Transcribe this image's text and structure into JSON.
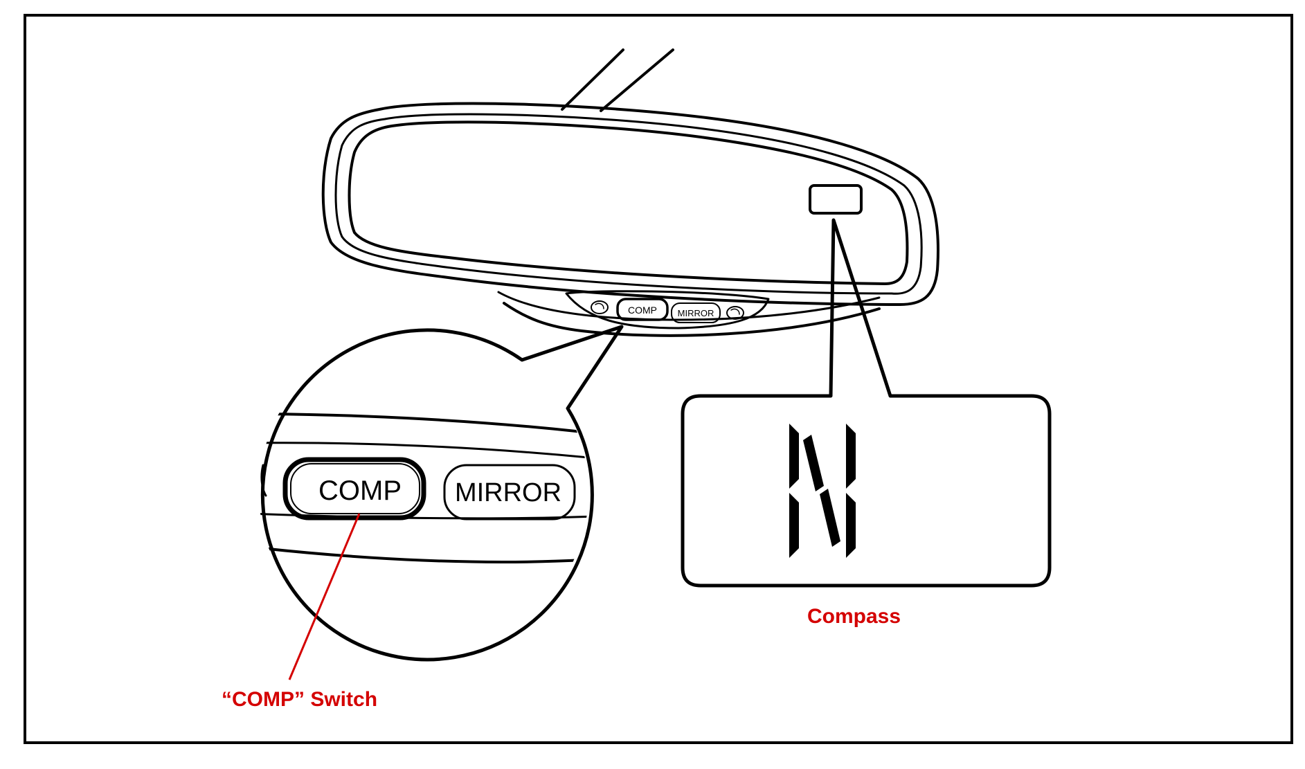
{
  "mirror": {
    "small_buttons": {
      "comp": "COMP",
      "mirror": "MIRROR"
    }
  },
  "magnifier": {
    "comp": "COMP",
    "mirror": "MIRROR"
  },
  "compass_display": {
    "heading": "N"
  },
  "labels": {
    "comp_switch": "“COMP” Switch",
    "compass": "Compass"
  },
  "colors": {
    "label": "#d40000",
    "line": "#000000",
    "background": "#ffffff"
  }
}
